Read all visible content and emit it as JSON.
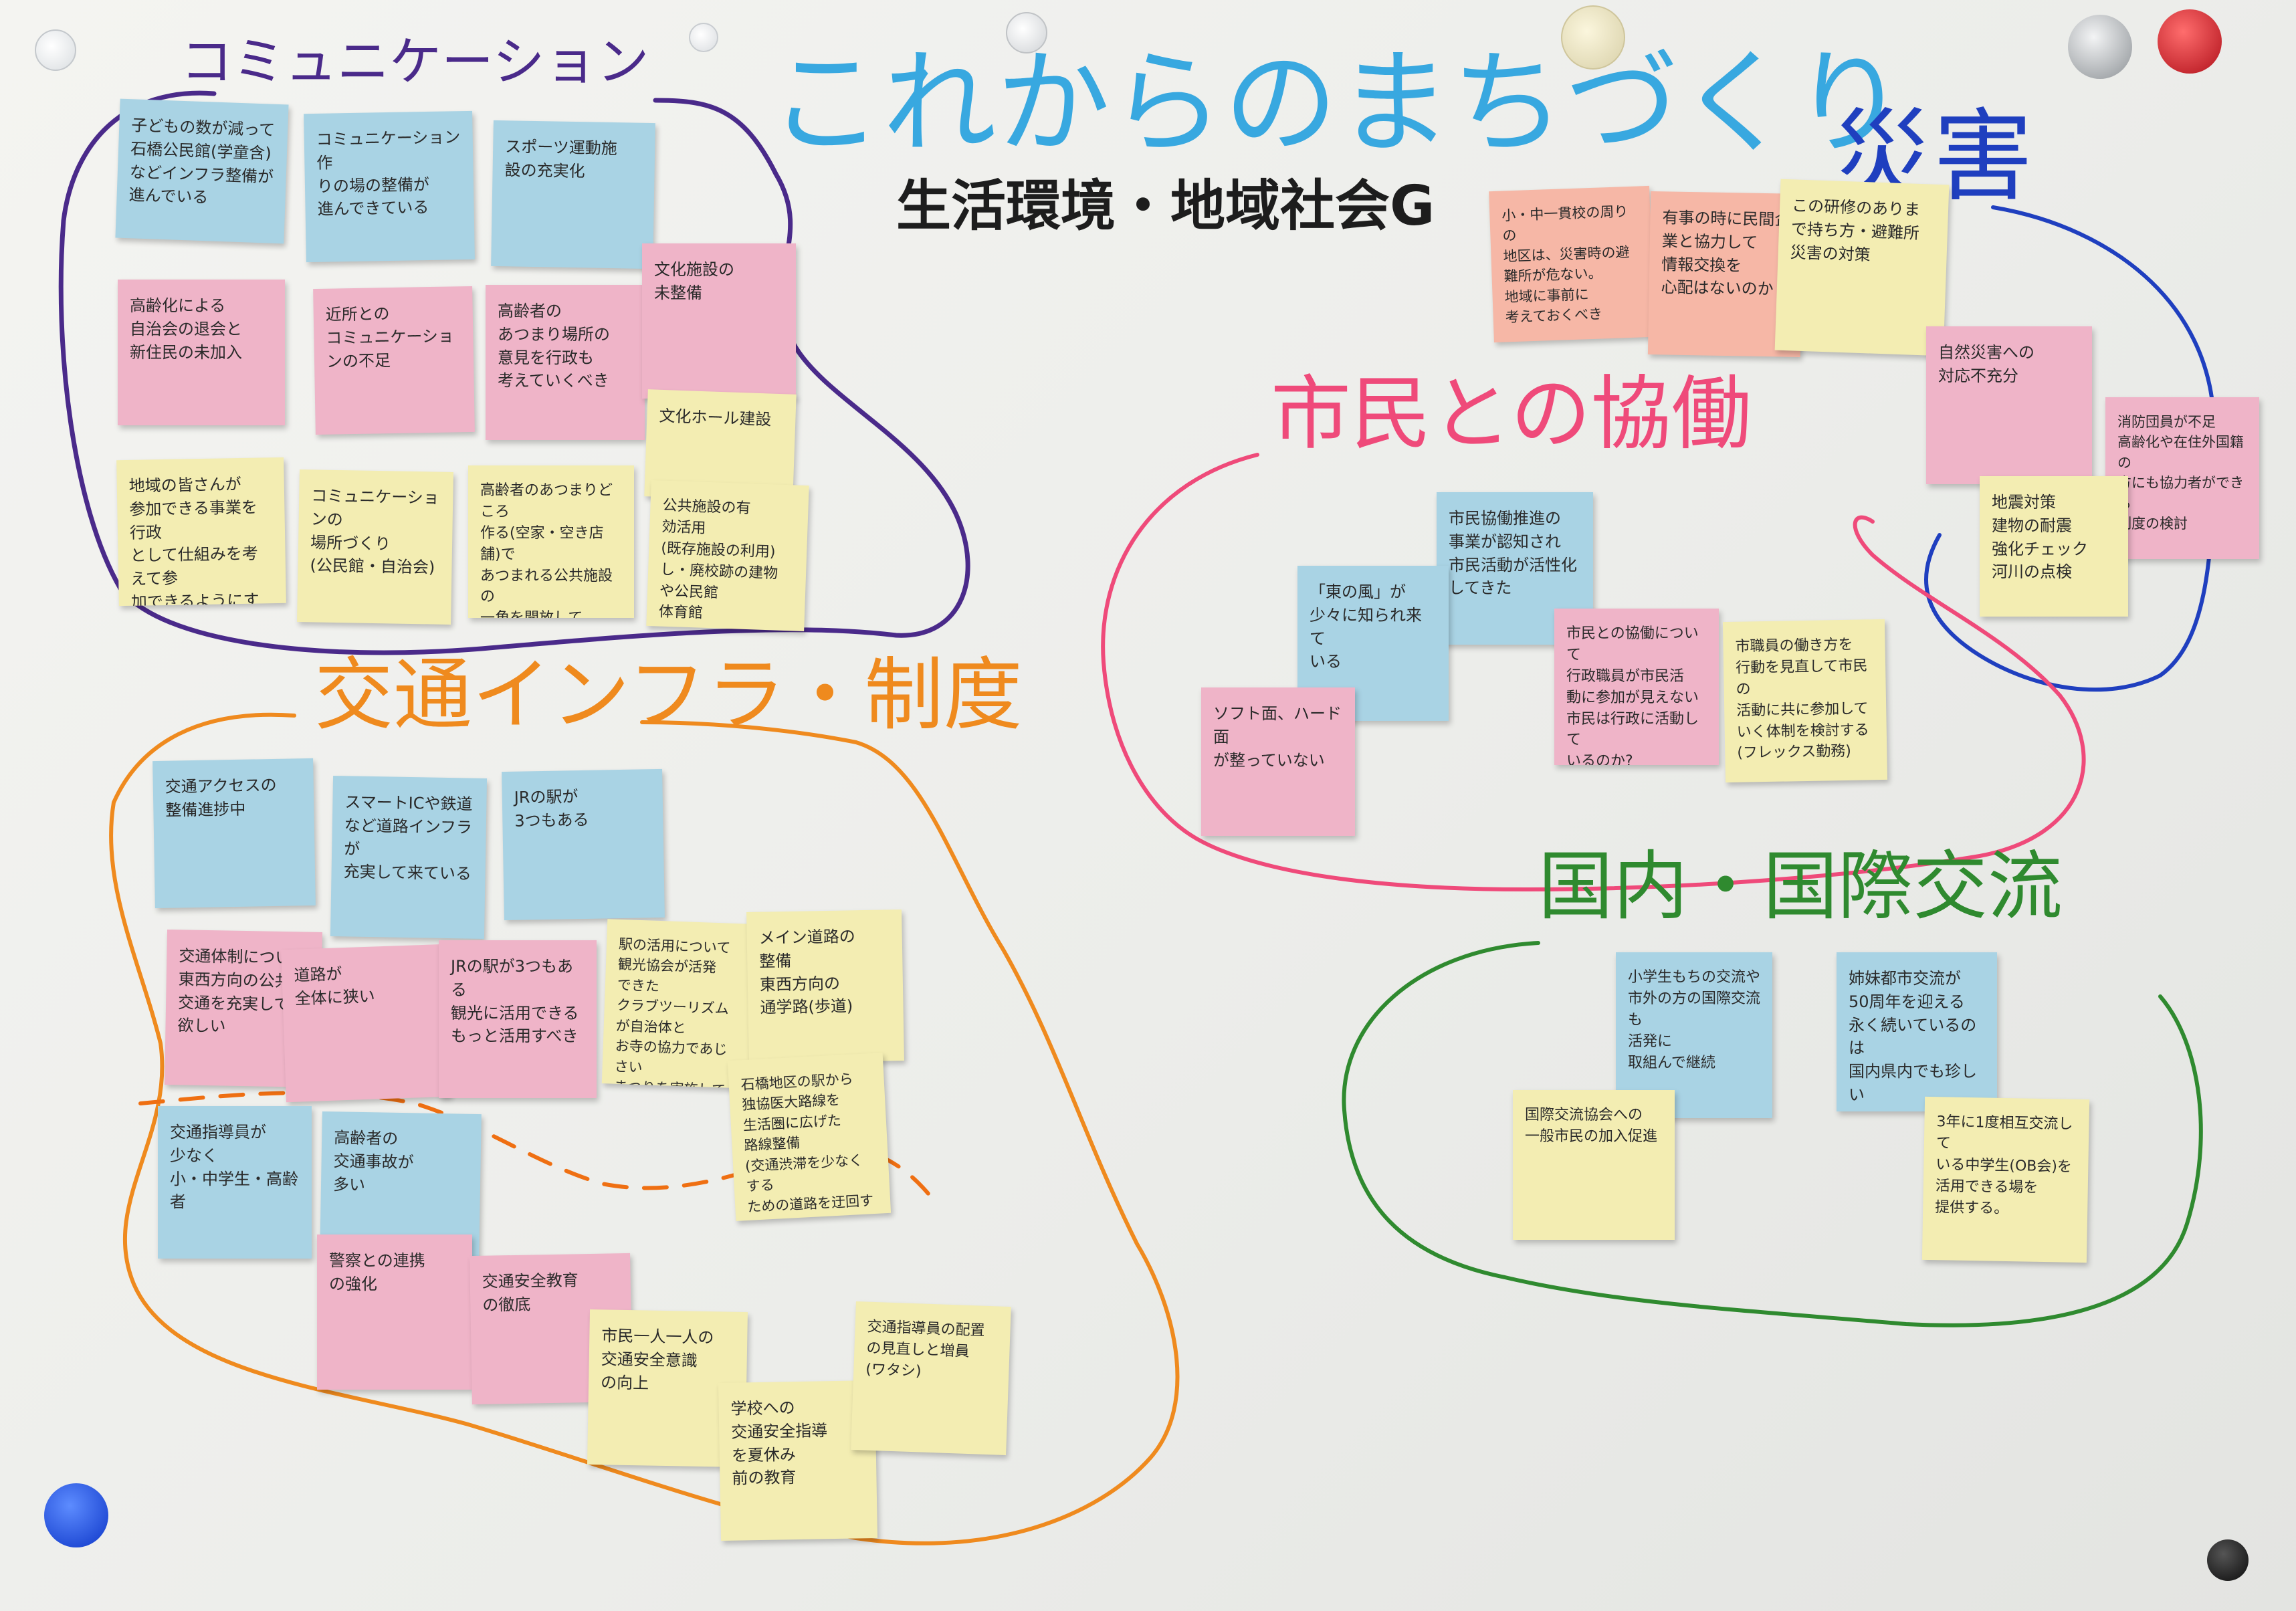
{
  "board": {
    "title": "これからのまちづくり",
    "subtitle": "生活環境・地域社会G"
  },
  "groups": {
    "communication": {
      "label": "コミュニケーション",
      "notes": [
        "子どもの数が減って\n石橋公民館(学童含)\nなどインフラ整備が\n進んでいる",
        "コミュニケーション作\nりの場の整備が\n進んできている",
        "スポーツ運動施\n設の充実化",
        "高齢化による\n自治会の退会と\n新住民の未加入",
        "近所との\nコミュニケーショ\nンの不足",
        "高齢者の\nあつまり場所の\n意見を行政も\n考えていくべき",
        "文化施設の\n未整備",
        "文化ホール建設",
        "地域の皆さんが\n参加できる事業を行政\nとして仕組みを考えて参\n加できるようにする",
        "コミュニケーションの\n場所づくり\n(公民館・自治会)",
        "高齢者のあつまりどころ\n作る(空家・空き店舗)で\nあつまれる公共施設の\n一角を開放して\nいつでも利用自由にする",
        "公共施設の有\n効活用\n(既存施設の利用)\nし・廃校跡の建物\nや公民館\n体育館"
      ]
    },
    "transport": {
      "label": "交通インフラ・制度",
      "notes": [
        "交通アクセスの\n整備進捗中",
        "スマートICや鉄道\nなど道路インフラが\n充実して来ている",
        "JRの駅が\n3つもある",
        "交通体制について\n東西方向の公共\n交通を充実して\n欲しい",
        "道路が\n全体に狭い",
        "JRの駅が3つもある\n観光に活用できる\nもっと活用すべき",
        "駅の活用について\n観光協会が活発\nできた\nクラブツーリズムが自治体と\nお寺の協力であじさい\nまつりを実施している",
        "メイン道路の\n整備\n東西方向の\n通学路(歩道)",
        "石橋地区の駅から\n独協医大路線を\n生活圏に広げた\n路線整備\n(交通渋滞を少なくする\nための道路を迂回するために)",
        "交通指導員が\n少なく\n小・中学生・高齢者",
        "高齢者の\n交通事故が\n多い",
        "警察との連携\nの強化",
        "交通安全教育\nの徹底",
        "市民一人一人の\n交通安全意識\nの向上",
        "学校への\n交通安全指導\nを夏休み\n前の教育",
        "交通指導員の配置\nの見直しと増員\n(ワタシ)"
      ]
    },
    "disaster": {
      "label": "災害",
      "notes": [
        "小・中一貫校の周りの\n地区は、災害時の避\n難所が危ない。\n地域に事前に\n考えておくべき",
        "有事の時に民間企\n業と協力して\n情報交換を\n心配はないのか",
        "この研修のありま\nで持ち方・避難所\n災害の対策",
        "自然災害への\n対応不充分",
        "消防団員が不足\n高齢化や在住外国籍の\n方にも協力者ができる\n制度の検討",
        "地震対策\n建物の耐震\n強化チェック\n河川の点検"
      ]
    },
    "cooperation": {
      "label": "市民との協働",
      "notes": [
        "市民協働推進の\n事業が認知され\n市民活動が活性化\nしてきた",
        "「東の風」が\n少々に知られ来て\nいる",
        "ソフト面、ハード面\nが整っていない",
        "市民との協働について\n行政職員が市民活\n動に参加が見えない\n市民は行政に活動して\nいるのか?",
        "市職員の働き方を\n行動を見直して市民の\n活動に共に参加して\nいく体制を検討する\n(フレックス勤務)"
      ]
    },
    "exchange": {
      "label": "国内・国際交流",
      "notes": [
        "小学生もちの交流や\n市外の方の国際交流も\n活発に\n取組んで継続",
        "姉妹都市交流が\n50周年を迎える\n永く続いているのは\n国内県内でも珍しい",
        "国際交流協会への\n一般市民の加入促進",
        "3年に1度相互交流して\nいる中学生(OB会)を\n活用できる場を\n提供する。"
      ]
    }
  },
  "colors": {
    "communication_ink": "#4a2a8a",
    "transport_ink": "#ef8a1e",
    "disaster_ink": "#1f3fbf",
    "cooperation_ink": "#ef4a7a",
    "exchange_ink": "#2f8a2f",
    "title_ink": "#38a8e0",
    "subtitle_ink": "#1d1d1d",
    "blue_note": "#a9d3e4",
    "pink_note": "#efb4c8",
    "yellow_note": "#f3edb2",
    "salmon_note": "#f6b7a6"
  }
}
